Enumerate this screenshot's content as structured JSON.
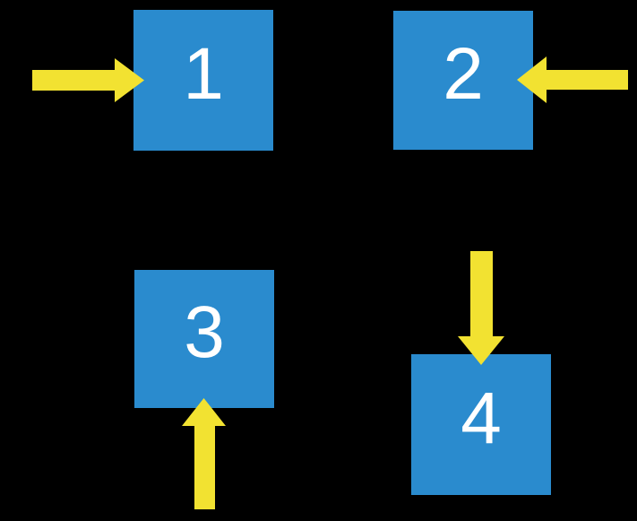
{
  "title": "Four numbered boxes with directional arrows",
  "colors": {
    "background": "#000000",
    "box": "#2A8BCE",
    "arrow": "#F2E231",
    "label": "#FFFFFF"
  },
  "boxes": [
    {
      "label": "1",
      "arrow_direction": "right",
      "arrow_side": "left"
    },
    {
      "label": "2",
      "arrow_direction": "left",
      "arrow_side": "right"
    },
    {
      "label": "3",
      "arrow_direction": "up",
      "arrow_side": "bottom"
    },
    {
      "label": "4",
      "arrow_direction": "down",
      "arrow_side": "top"
    }
  ]
}
